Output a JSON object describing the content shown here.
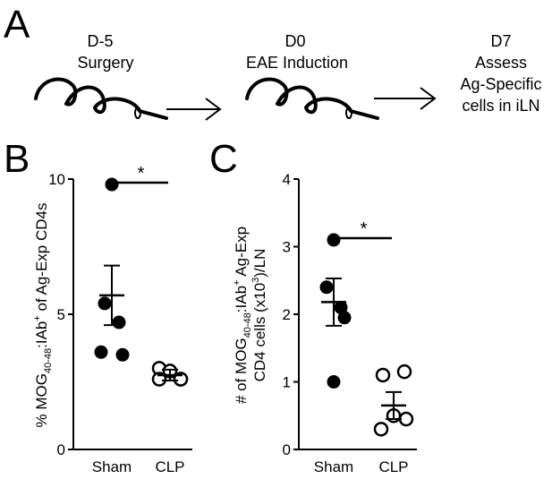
{
  "panel_a": {
    "panel_label": "A",
    "steps": [
      {
        "day": "D-5",
        "event": "Surgery"
      },
      {
        "day": "D0",
        "event": "EAE Induction"
      },
      {
        "day": "D7",
        "event_lines": [
          "Assess",
          "Ag-Specific",
          "cells in iLN"
        ]
      }
    ]
  },
  "chart_data": [
    {
      "panel_label": "B",
      "type": "scatter",
      "categories": [
        "Sham",
        "CLP"
      ],
      "ylabel": "% MOG40-48:IAb+ of Ag-Exp CD4s",
      "ylabel_parts": {
        "pre": "% MOG",
        "sub": "40-48",
        "mid": ":IAb",
        "sup": "+",
        "post": " of Ag-Exp CD4s"
      },
      "ylim": [
        0,
        10
      ],
      "yticks": [
        0,
        5,
        10
      ],
      "series": [
        {
          "category": "Sham",
          "filled": true,
          "values": [
            9.8,
            5.4,
            4.7,
            3.6,
            3.5
          ],
          "mean": 5.7,
          "sem": 1.1
        },
        {
          "category": "CLP",
          "filled": false,
          "values": [
            3.0,
            2.9,
            2.6,
            2.6,
            2.6
          ],
          "mean": 2.75,
          "sem": 0.2
        }
      ],
      "significance": "*"
    },
    {
      "panel_label": "C",
      "type": "scatter",
      "categories": [
        "Sham",
        "CLP"
      ],
      "ylabel_line1": "# of MOG40-48:IAb+ Ag-Exp",
      "ylabel_line1_parts": {
        "pre": "# of MOG",
        "sub": "40-48",
        "mid": ":IAb",
        "sup": "+",
        "post": " Ag-Exp"
      },
      "ylabel_line2": "CD4 cells (x10³)/LN",
      "ylabel_line2_parts": {
        "pre": "CD4 cells (x10",
        "sup": "3",
        "post": ")/LN"
      },
      "ylim": [
        0,
        4
      ],
      "yticks": [
        0,
        1,
        2,
        3,
        4
      ],
      "series": [
        {
          "category": "Sham",
          "filled": true,
          "values": [
            3.1,
            2.4,
            2.1,
            1.95,
            1.0
          ],
          "mean": 2.18,
          "sem": 0.35
        },
        {
          "category": "CLP",
          "filled": false,
          "values": [
            1.15,
            1.1,
            0.5,
            0.45,
            0.3
          ],
          "mean": 0.65,
          "sem": 0.2
        }
      ],
      "significance": "*"
    }
  ]
}
